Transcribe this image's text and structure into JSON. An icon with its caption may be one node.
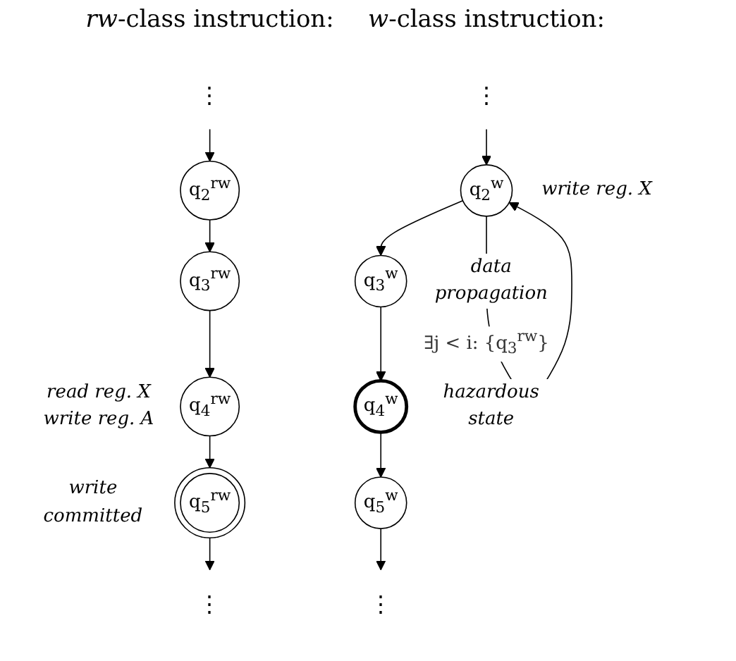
{
  "diagram": {
    "nodes": [
      {
        "text": [
          "⋮"
        ]
      },
      {
        "text": [
          "q$_{2}$$^{rw}$"
        ]
      },
      {
        "text": [
          "q$_{3}$$^{rw}$"
        ]
      },
      {
        "text": [
          "q$_{4}$$^{rw}$"
        ],
        "beside": [
          "read reg. X",
          "write reg. A"
        ]
      },
      {
        "text": [
          "q$_{5}$$^{rw}$"
        ],
        "beside": [
          "write committed"
        ]
      },
      {
        "text": [
          "⋮"
        ]
      },
      {
        "text": [
          "⋮"
        ]
      },
      {
        "text": [
          "q$_{2}$$^{w}$"
        ],
        "beside": [
          "write reg. X"
        ]
      },
      {
        "text": [
          "q$_{3}$$^{w}$"
        ],
        "beside": [
          "data propagation"
        ]
      },
      {
        "text": [
          "q$_{4}$$^{w}$"
        ],
        "beside": [
          "hazardous state"
        ]
      },
      {
        "text": [
          "q$_{5}$$^{w}$"
        ]
      },
      {
        "text": [
          "⋮"
        ]
      }
    ],
    "edges": [
      {
        "from": 0,
        "to": 1,
        "arrow": "to"
      },
      {
        "from": 1,
        "to": 2,
        "arrow": "to"
      },
      {
        "from": 2,
        "to": 3,
        "arrow": "to"
      },
      {
        "from": 3,
        "to": 4,
        "arrow": "to"
      },
      {
        "from": 4,
        "to": 5,
        "arrow": "to"
      },
      {
        "from": 6,
        "to": 7,
        "arrow": "to"
      },
      {
        "from": 7,
        "to": 7,
        "arrow": "to",
        "label": "∃j < i: {q$_{3}$$^{rw}$}"
      },
      {
        "from": 7,
        "to": 8,
        "arrow": "to"
      },
      {
        "from": 8,
        "to": 9,
        "arrow": "to"
      },
      {
        "from": 9,
        "to": 10,
        "arrow": "to"
      },
      {
        "from": 10,
        "to": 11,
        "arrow": "to"
      }
    ],
    "labels": [
      "*rw*-class instruction:",
      "*w*-class instruction:"
    ]
  }
}
